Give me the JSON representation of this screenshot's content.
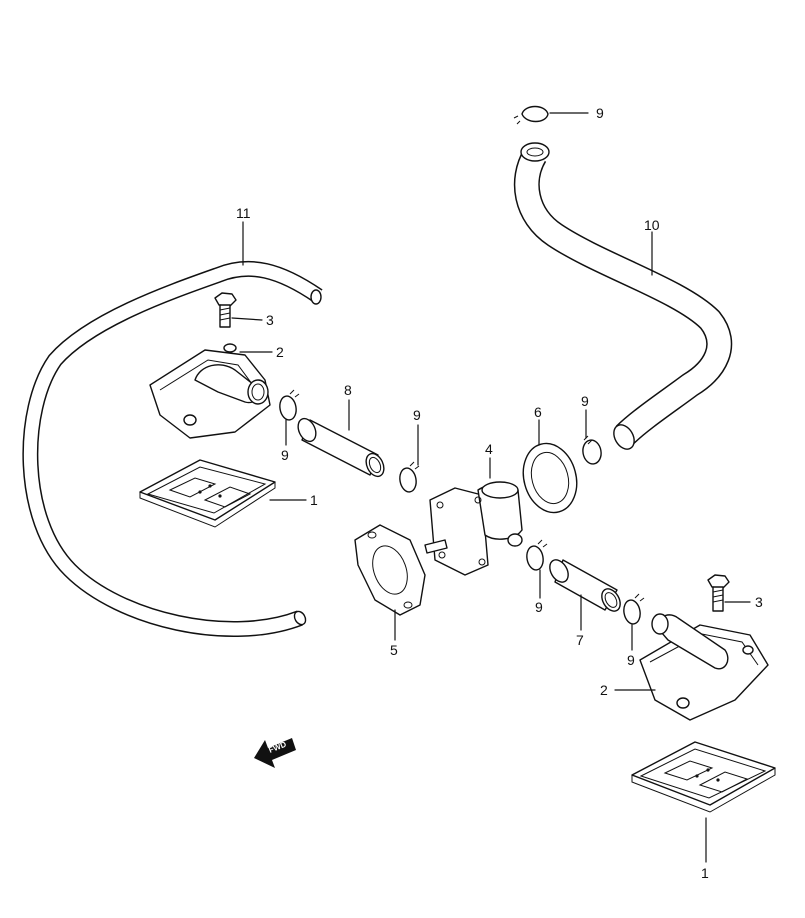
{
  "callouts": {
    "c1a": "1",
    "c1b": "1",
    "c2a": "2",
    "c2b": "2",
    "c3a": "3",
    "c3b": "3",
    "c4": "4",
    "c5": "5",
    "c6": "6",
    "c7": "7",
    "c8": "8",
    "c9a": "9",
    "c9b": "9",
    "c9c": "9",
    "c9d": "9",
    "c9e": "9",
    "c9f": "9",
    "c10": "10",
    "c11": "11"
  },
  "fwd": "FWD"
}
